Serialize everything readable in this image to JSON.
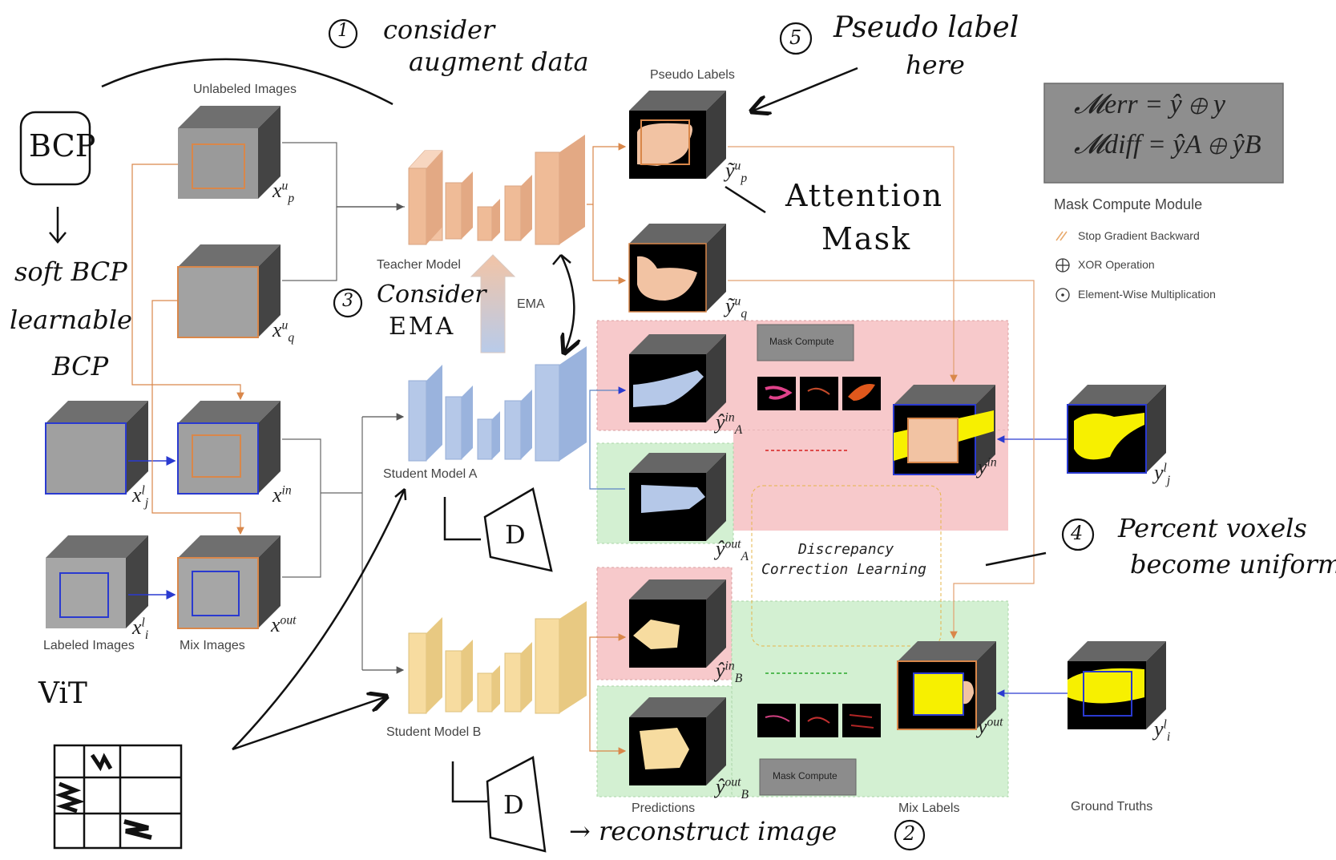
{
  "labels": {
    "unlabeled_images": "Unlabeled Images",
    "labeled_images": "Labeled Images",
    "mix_images": "Mix Images",
    "teacher_model": "Teacher Model",
    "student_model_a": "Student Model A",
    "student_model_b": "Student Model B",
    "ema": "EMA",
    "pseudo_labels": "Pseudo Labels",
    "predictions": "Predictions",
    "mix_labels": "Mix Labels",
    "ground_truths": "Ground Truths",
    "mask_compute_module": "Mask Compute Module",
    "mask_compute": "Mask Compute",
    "discrepancy_line1": "Discrepancy",
    "discrepancy_line2": "Correction Learning"
  },
  "formulas": {
    "m_err": "𝓜err = ŷ ⊕ y",
    "m_diff": "𝓜diff = ŷA ⊕ ŷB"
  },
  "legend": {
    "stop_gradient": "Stop Gradient Backward",
    "xor": "XOR Operation",
    "element_wise": "Element-Wise Multiplication"
  },
  "symbols": {
    "xp": "x",
    "xp_sub": "p",
    "xp_sup": "u",
    "xq": "x",
    "xq_sub": "q",
    "xq_sup": "u",
    "xj": "x",
    "xj_sub": "j",
    "xj_sup": "l",
    "xi": "x",
    "xi_sub": "i",
    "xi_sup": "l",
    "xin": "x",
    "xin_sup": "in",
    "xout": "x",
    "xout_sup": "out",
    "yp": "ỹ",
    "yp_sub": "p",
    "yp_sup": "u",
    "yq": "ỹ",
    "yq_sub": "q",
    "yq_sup": "u",
    "yAin": "ŷ",
    "yAin_sub": "A",
    "yAin_sup": "in",
    "yAout": "ŷ",
    "yAout_sub": "A",
    "yAout_sup": "out",
    "yBin": "ŷ",
    "yBin_sub": "B",
    "yBin_sup": "in",
    "yBout": "ŷ",
    "yBout_sub": "B",
    "yBout_sup": "out",
    "yin": "y",
    "yin_sup": "in",
    "yout": "y",
    "yout_sup": "out",
    "yj": "y",
    "yj_sub": "j",
    "yj_sup": "l",
    "yi": "y",
    "yi_sub": "i",
    "yi_sup": "l"
  },
  "handwritten": {
    "note1_num": "1",
    "note1_line1": "consider",
    "note1_line2": "augment data",
    "note2_num": "2",
    "note2_text": "→ reconstruct image",
    "note3_num": "3",
    "note3_line1": "Consider",
    "note3_line2": "EMA",
    "note4_num": "4",
    "note4_line1": "Percent voxels",
    "note4_line2": "become uniform",
    "note5_num": "5",
    "note5_line1": "Pseudo label",
    "note5_line2": "here",
    "attention_line1": "Attention",
    "attention_line2": "Mask",
    "bcp": "BCP",
    "soft_line1": "soft BCP",
    "soft_line2": "learnable",
    "soft_line3": "BCP",
    "vit": "ViT",
    "decoder_a": "D",
    "decoder_b": "D"
  }
}
